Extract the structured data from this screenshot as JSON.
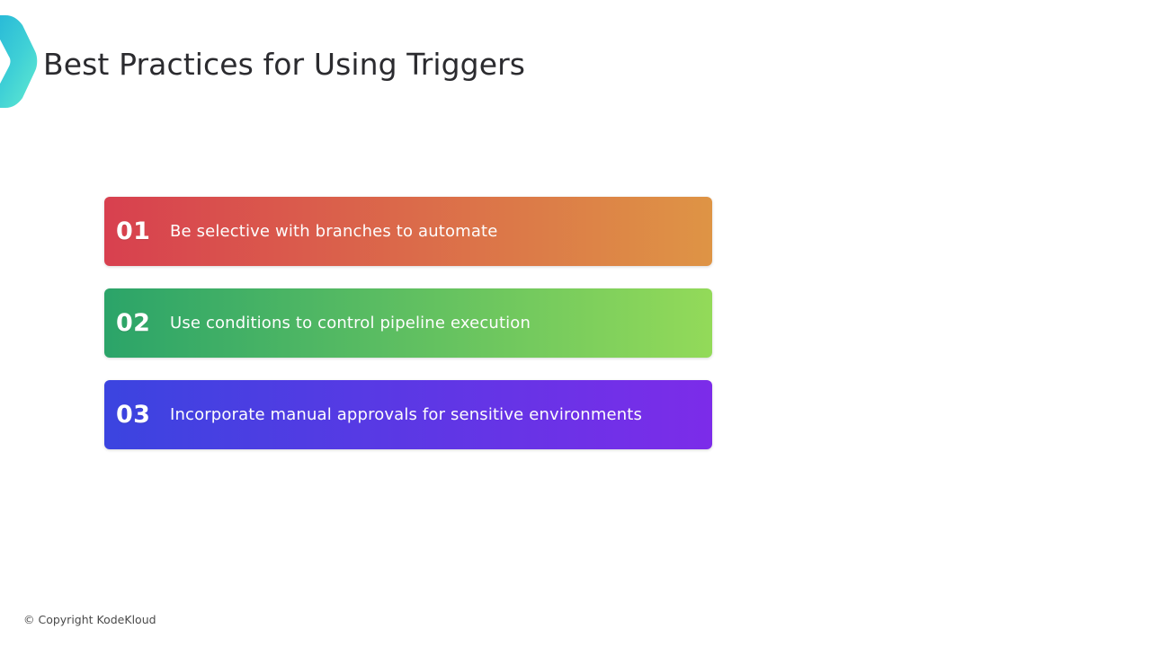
{
  "slide": {
    "background_color": "#ffffff",
    "title": "Best Practices for Using Triggers",
    "title_color": "#2b2b2f",
    "logo": {
      "icon_name": "kodekloud-chevron-logo",
      "gradient_from": "#2BB7D6",
      "gradient_to": "#5EE8D2"
    },
    "items": [
      {
        "number": "01",
        "label": "Be selective with branches to automate",
        "gradient_from": "#D8404F",
        "gradient_to": "#DE9445"
      },
      {
        "number": "02",
        "label": "Use conditions to control pipeline execution",
        "gradient_from": "#2BA469",
        "gradient_to": "#93DA59"
      },
      {
        "number": "03",
        "label": "Incorporate manual approvals for sensitive environments",
        "gradient_from": "#3B44E0",
        "gradient_to": "#7C2CE9"
      }
    ],
    "footer": {
      "copyright": "© Copyright KodeKloud"
    }
  }
}
